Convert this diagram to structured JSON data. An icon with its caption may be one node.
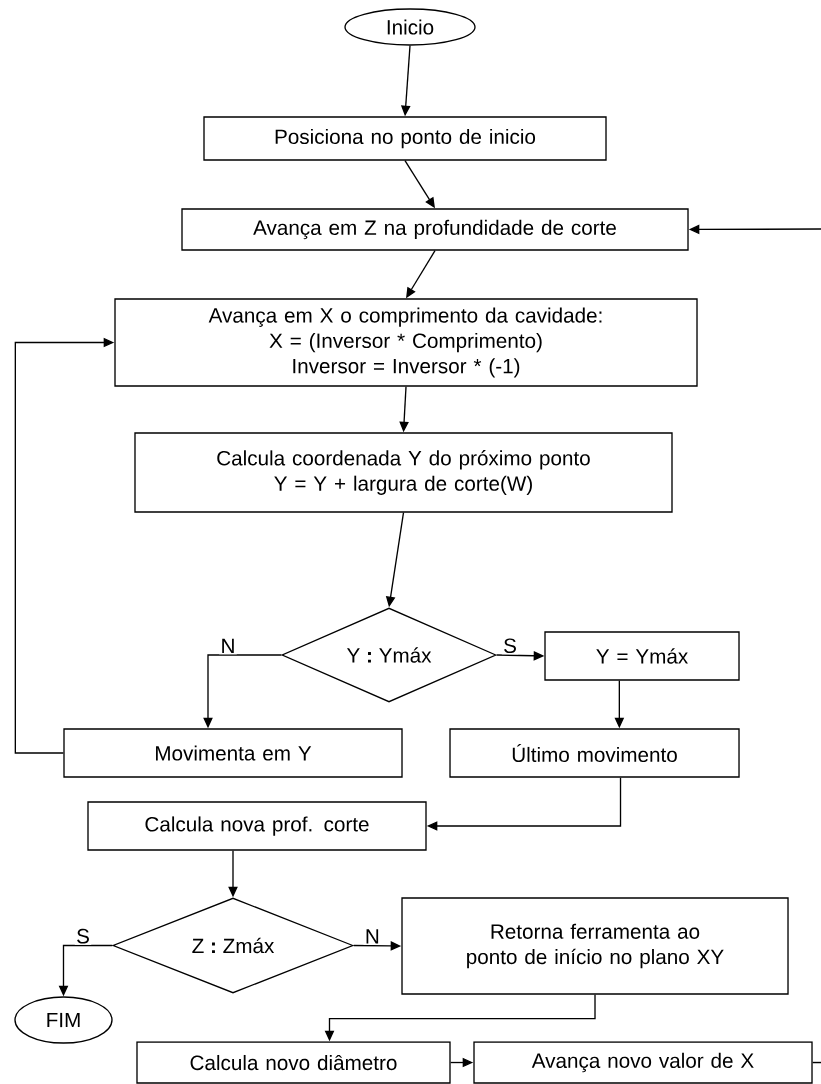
{
  "diagram": {
    "nodes": [
      {
        "text": [
          "Inicio"
        ]
      },
      {
        "text": [
          "Posiciona no ponto de inicio"
        ]
      },
      {
        "text": [
          "Avança em Z na profundidade de corte"
        ]
      },
      {
        "text": [
          "Avança em X o comprimento da cavidade:",
          "X = (Inversor * Comprimento)",
          "Inversor = Inversor * (-1)"
        ]
      },
      {
        "text": [
          "Calcula coordenada Y do próximo ponto",
          "Y = Y + largura de corte(W)"
        ]
      },
      {
        "text": [
          "Y **:** Ymáx"
        ]
      },
      {
        "text": [
          "Y = Ymáx"
        ]
      },
      {
        "text": [
          "Movimenta em Y"
        ]
      },
      {
        "text": [
          "Último movimento"
        ]
      },
      {
        "text": [
          "Calcula nova prof. corte"
        ]
      },
      {
        "text": [
          "Z **:** Zmáx"
        ]
      },
      {
        "text": [
          "Retorna ferramenta ao ponto de início no plano XY"
        ]
      },
      {
        "text": [
          "FIM"
        ]
      },
      {
        "text": [
          "Calcula novo diâmetro"
        ]
      },
      {
        "text": [
          "Avança novo valor de X"
        ]
      }
    ],
    "edges": [
      {
        "from": 0,
        "to": 1,
        "arrow": "to"
      },
      {
        "from": 1,
        "to": 2,
        "arrow": "to"
      },
      {
        "from": 2,
        "to": 3,
        "arrow": "to"
      },
      {
        "from": 3,
        "to": 4,
        "arrow": "to"
      },
      {
        "from": 4,
        "to": 5,
        "arrow": "to"
      },
      {
        "from": 5,
        "to": 6,
        "arrow": "to",
        "label": "S"
      },
      {
        "from": 5,
        "to": 7,
        "arrow": "to",
        "label": "N"
      },
      {
        "from": 6,
        "to": 8,
        "arrow": "to"
      },
      {
        "from": 7,
        "to": 3,
        "arrow": "to"
      },
      {
        "from": 8,
        "to": 9,
        "arrow": "to"
      },
      {
        "from": 9,
        "to": 10,
        "arrow": "to"
      },
      {
        "from": 10,
        "to": 12,
        "arrow": "to",
        "label": "S"
      },
      {
        "from": 10,
        "to": 11,
        "arrow": "to",
        "label": "N"
      },
      {
        "from": 11,
        "to": 13,
        "arrow": "to"
      },
      {
        "from": 13,
        "to": 14,
        "arrow": "to"
      },
      {
        "from": null,
        "to": 2,
        "arrow": "to"
      },
      {
        "from": 14,
        "to": null,
        "arrow": "none"
      }
    ]
  }
}
